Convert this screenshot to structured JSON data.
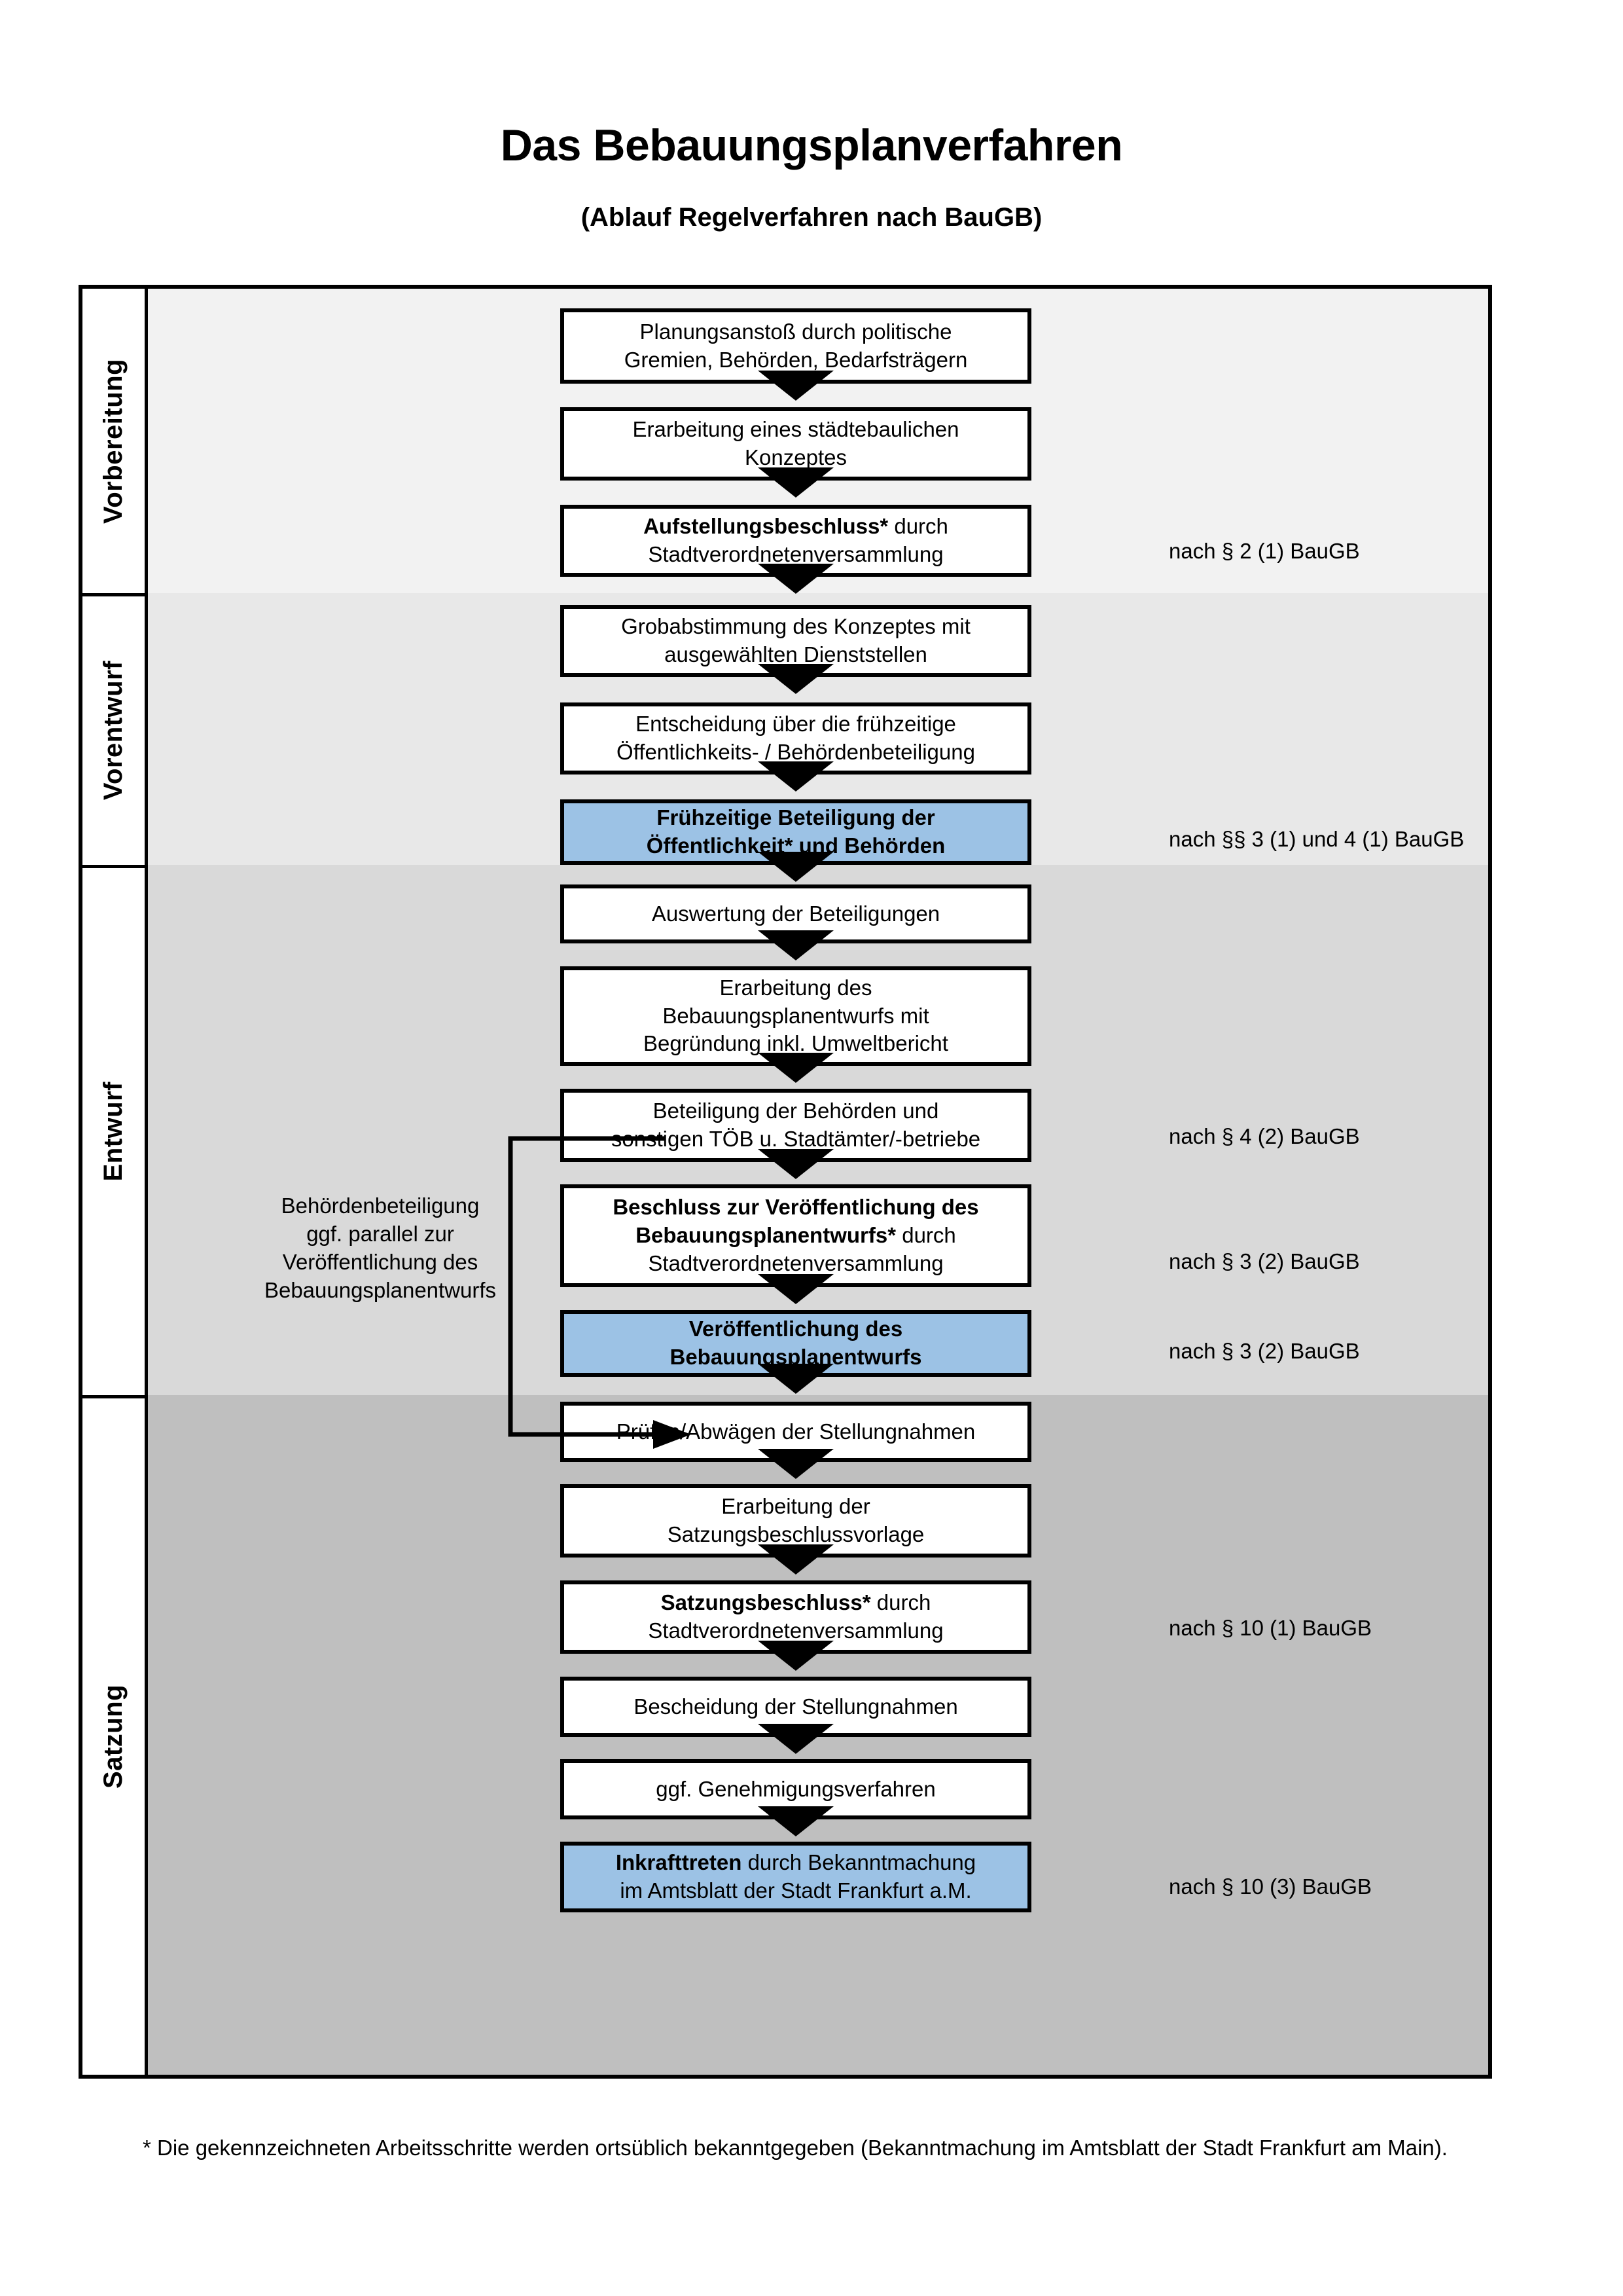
{
  "header": {
    "title": "Das Bebauungsplanverfahren",
    "subtitle": "(Ablauf Regelverfahren nach BauGB)"
  },
  "phases": [
    {
      "id": "vorbereitung",
      "label": "Vorbereitung",
      "band_color": "#F2F2F2"
    },
    {
      "id": "vorentwurf",
      "label": "Vorentwurf",
      "band_color": "#E8E8E8"
    },
    {
      "id": "entwurf",
      "label": "Entwurf",
      "band_color": "#D9D9D9"
    },
    {
      "id": "satzung",
      "label": "Satzung",
      "band_color": "#BFBFBF"
    }
  ],
  "steps": [
    {
      "id": "planungsanstoss",
      "phase": "vorbereitung",
      "highlight": false,
      "lines": [
        {
          "text": "Planungsanstoß durch politische",
          "bold": false
        },
        {
          "text": "Gremien, Behörden, Bedarfsträgern",
          "bold": false
        }
      ]
    },
    {
      "id": "konzept",
      "phase": "vorbereitung",
      "highlight": false,
      "lines": [
        {
          "text": "Erarbeitung eines städtebaulichen",
          "bold": false
        },
        {
          "text": "Konzeptes",
          "bold": false
        }
      ]
    },
    {
      "id": "aufstellungsbeschluss",
      "phase": "vorbereitung",
      "highlight": false,
      "lines": [
        {
          "text": "Aufstellungsbeschluss*",
          "bold": true,
          "suffix": " durch"
        },
        {
          "text": "Stadtverordnetenversammlung",
          "bold": false
        }
      ]
    },
    {
      "id": "grobabstimmung",
      "phase": "vorentwurf",
      "highlight": false,
      "lines": [
        {
          "text": "Grobabstimmung des Konzeptes mit",
          "bold": false
        },
        {
          "text": "ausgewählten Dienststellen",
          "bold": false
        }
      ]
    },
    {
      "id": "entscheidung-fruehzeitig",
      "phase": "vorentwurf",
      "highlight": false,
      "lines": [
        {
          "text": "Entscheidung über die frühzeitige",
          "bold": false
        },
        {
          "text": "Öffentlichkeits- / Behördenbeteiligung",
          "bold": false
        }
      ]
    },
    {
      "id": "fruehzeitige-beteiligung",
      "phase": "vorentwurf",
      "highlight": true,
      "lines": [
        {
          "text": "Frühzeitige Beteiligung der",
          "bold": true
        },
        {
          "text": "Öffentlichkeit* und Behörden",
          "bold": true
        }
      ]
    },
    {
      "id": "auswertung",
      "phase": "entwurf",
      "highlight": false,
      "lines": [
        {
          "text": "Auswertung der Beteiligungen",
          "bold": false
        }
      ]
    },
    {
      "id": "erarbeitung-entwurf",
      "phase": "entwurf",
      "highlight": false,
      "lines": [
        {
          "text": "Erarbeitung des",
          "bold": false
        },
        {
          "text": "Bebauungsplanentwurfs mit",
          "bold": false
        },
        {
          "text": "Begründung inkl. Umweltbericht",
          "bold": false
        }
      ]
    },
    {
      "id": "beteiligung-behoerden",
      "phase": "entwurf",
      "highlight": false,
      "lines": [
        {
          "text": "Beteiligung der Behörden und",
          "bold": false
        },
        {
          "text": "sonstigen TÖB u. Stadtämter/-betriebe",
          "bold": false
        }
      ]
    },
    {
      "id": "beschluss-veroeffentlichung",
      "phase": "entwurf",
      "highlight": false,
      "lines": [
        {
          "text": "Beschluss zur Veröffentlichung des",
          "bold": true
        },
        {
          "text": "Bebauungsplanentwurfs*",
          "bold": true,
          "suffix": " durch"
        },
        {
          "text": "Stadtverordnetenversammlung",
          "bold": false
        }
      ]
    },
    {
      "id": "veroeffentlichung",
      "phase": "entwurf",
      "highlight": true,
      "lines": [
        {
          "text": "Veröffentlichung des",
          "bold": true
        },
        {
          "text": "Bebauungsplanentwurfs",
          "bold": true
        }
      ]
    },
    {
      "id": "pruefen-abwaegen",
      "phase": "satzung",
      "highlight": false,
      "lines": [
        {
          "text": "Prüfen/Abwägen der Stellungnahmen",
          "bold": false
        }
      ]
    },
    {
      "id": "satzungsbeschlussvorlage",
      "phase": "satzung",
      "highlight": false,
      "lines": [
        {
          "text": "Erarbeitung der",
          "bold": false
        },
        {
          "text": "Satzungsbeschlussvorlage",
          "bold": false
        }
      ]
    },
    {
      "id": "satzungsbeschluss",
      "phase": "satzung",
      "highlight": false,
      "lines": [
        {
          "text": "Satzungsbeschluss*",
          "bold": true,
          "suffix": " durch"
        },
        {
          "text": "Stadtverordnetenversammlung",
          "bold": false
        }
      ]
    },
    {
      "id": "bescheidung",
      "phase": "satzung",
      "highlight": false,
      "lines": [
        {
          "text": "Bescheidung der Stellungnahmen",
          "bold": false
        }
      ]
    },
    {
      "id": "genehmigungsverfahren",
      "phase": "satzung",
      "highlight": false,
      "lines": [
        {
          "text": "ggf. Genehmigungsverfahren",
          "bold": false
        }
      ]
    },
    {
      "id": "inkrafttreten",
      "phase": "satzung",
      "highlight": true,
      "lines": [
        {
          "text": "Inkrafttreten",
          "bold": true,
          "suffix": " durch Bekanntmachung"
        },
        {
          "text": "im Amtsblatt der Stadt Frankfurt a.M.",
          "bold": false
        }
      ]
    }
  ],
  "references": [
    {
      "id": "ref-1",
      "text": "nach § 2 (1) BauGB",
      "for_step": "aufstellungsbeschluss"
    },
    {
      "id": "ref-2",
      "text": "nach §§ 3 (1) und 4 (1) BauGB",
      "for_step": "fruehzeitige-beteiligung"
    },
    {
      "id": "ref-3",
      "text": "nach § 4 (2) BauGB",
      "for_step": "beteiligung-behoerden"
    },
    {
      "id": "ref-4",
      "text": "nach § 3 (2) BauGB",
      "for_step": "beschluss-veroeffentlichung"
    },
    {
      "id": "ref-5",
      "text": "nach § 3 (2) BauGB",
      "for_step": "veroeffentlichung"
    },
    {
      "id": "ref-6",
      "text": "nach § 10 (1) BauGB",
      "for_step": "satzungsbeschluss"
    },
    {
      "id": "ref-7",
      "text": "nach § 10 (3) BauGB",
      "for_step": "inkrafttreten"
    }
  ],
  "side_note": {
    "lines": [
      "Behördenbeteiligung",
      "ggf. parallel zur",
      "Veröffentlichung des",
      "Bebauungsplanentwurfs"
    ]
  },
  "footnote": {
    "text": "* Die gekennzeichneten Arbeitsschritte werden ortsüblich bekanntgegeben (Bekanntmachung im Amtsblatt  der Stadt Frankfurt am Main)."
  },
  "colors": {
    "highlight_blue": "#9CC2E5",
    "frame_black": "#000000",
    "box_white": "#FFFFFF"
  }
}
